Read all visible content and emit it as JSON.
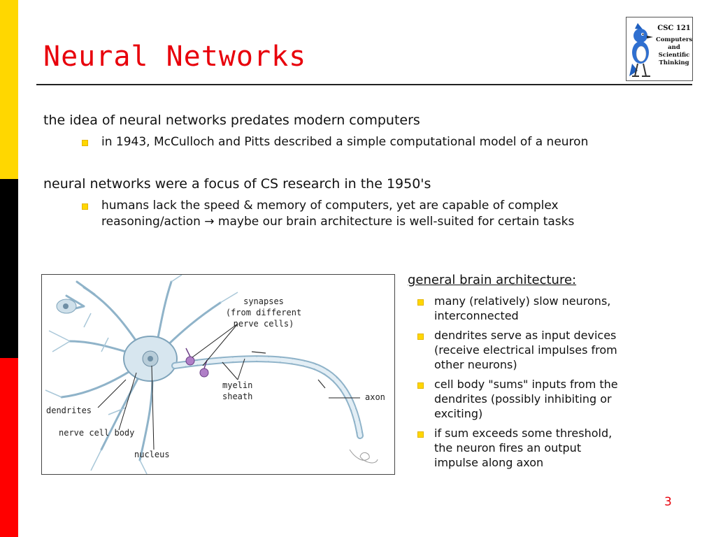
{
  "slide": {
    "title": "Neural Networks",
    "page_number": "3",
    "accent_color": "#E8000B",
    "stripe_colors": [
      "#FFD700",
      "#000000",
      "#FF0000"
    ]
  },
  "logo": {
    "code": "CSC 121",
    "lines": [
      "Computers",
      "and",
      "Scientific",
      "Thinking"
    ]
  },
  "bullets": [
    {
      "text": "the idea of neural networks predates modern computers",
      "sub": [
        "in 1943, McCulloch and Pitts described a simple computational model of a neuron"
      ]
    },
    {
      "text": "neural networks were a focus of CS research in the 1950's",
      "sub_lines": [
        "humans lack the speed & memory of computers, yet are capable of complex",
        "reasoning/action → maybe our brain architecture is well-suited for certain tasks"
      ]
    }
  ],
  "diagram": {
    "labels": {
      "synapses_1": "synapses",
      "synapses_2": "(from different",
      "synapses_3": "nerve cells)",
      "myelin_1": "myelin",
      "myelin_2": "sheath",
      "axon": "axon",
      "dendrites": "dendrites",
      "cell_body": "nerve cell body",
      "nucleus": "nucleus"
    }
  },
  "architecture": {
    "heading": "general brain architecture:",
    "items": [
      [
        "many (relatively) slow neurons,",
        "interconnected"
      ],
      [
        "dendrites serve as input devices",
        "(receive electrical impulses from",
        "other neurons)"
      ],
      [
        "cell body \"sums\" inputs from the",
        "dendrites (possibly inhibiting or",
        "exciting)"
      ],
      [
        "if sum exceeds some threshold,",
        "the neuron fires an output",
        "impulse along axon"
      ]
    ]
  }
}
